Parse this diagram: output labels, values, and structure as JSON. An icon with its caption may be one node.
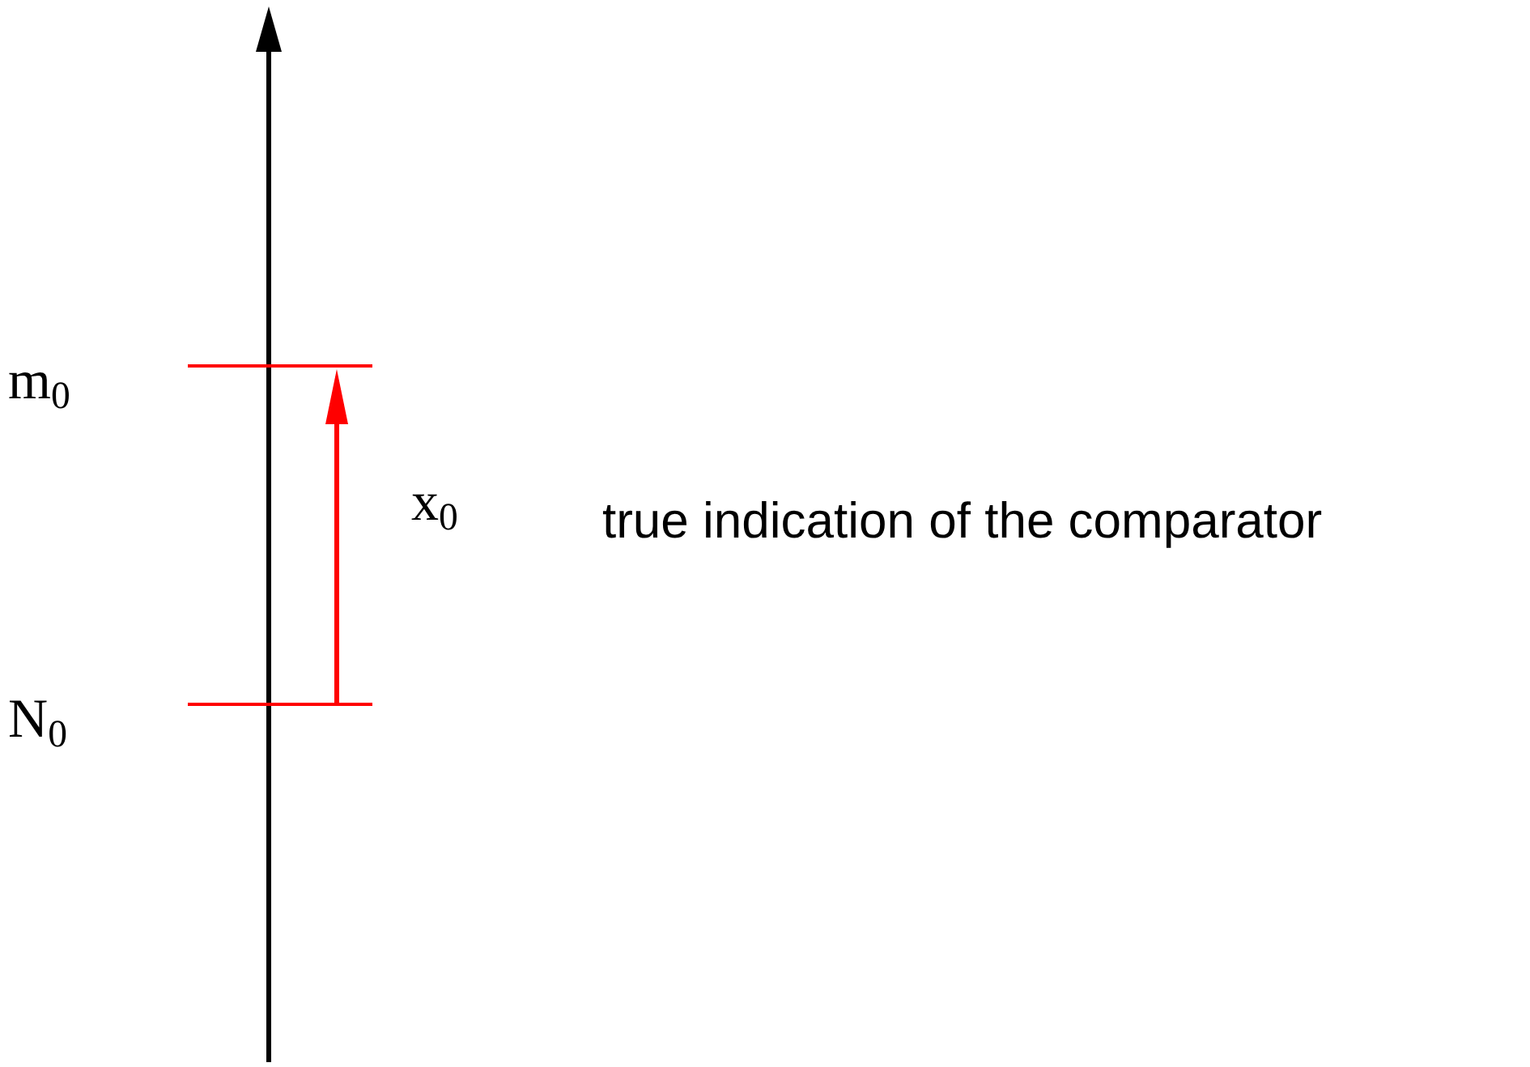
{
  "diagram": {
    "labels": [
      "m$_{0}$",
      "N$_{0}$",
      "x$_{0}$",
      "true indication of the comparator"
    ]
  }
}
